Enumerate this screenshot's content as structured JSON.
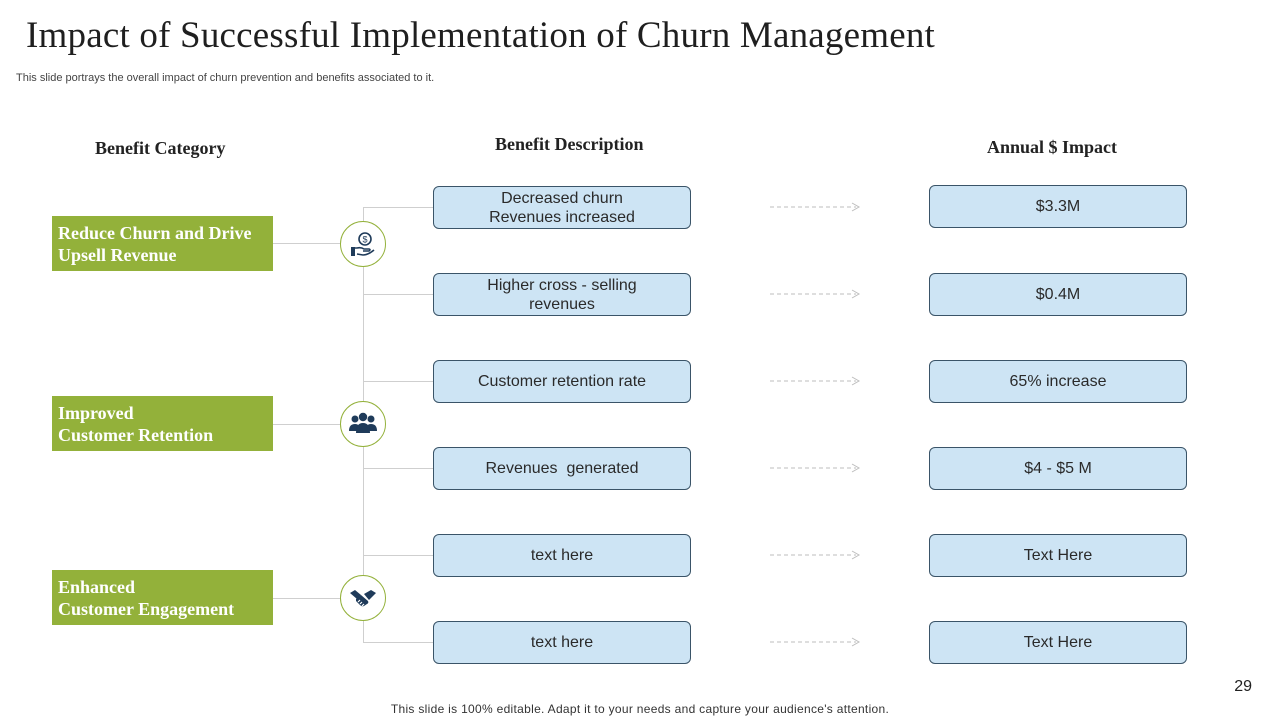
{
  "title": "Impact of Successful Implementation of Churn Management",
  "subtitle": "This slide portrays the overall impact of churn prevention and benefits associated to it.",
  "headers": {
    "category": "Benefit Category",
    "description": "Benefit Description",
    "impact": "Annual $ Impact"
  },
  "categories": [
    {
      "line1": "Reduce Churn and Drive",
      "line2": "Upsell Revenue",
      "icon": "money-hand-icon"
    },
    {
      "line1": "Improved",
      "line2": "Customer Retention",
      "icon": "users-group-icon"
    },
    {
      "line1": "Enhanced",
      "line2": "Customer Engagement",
      "icon": "handshake-icon"
    }
  ],
  "rows": [
    {
      "desc_line1": "Decreased churn",
      "desc_line2": "Revenues increased",
      "impact": "$3.3M"
    },
    {
      "desc_line1": "Higher cross - selling",
      "desc_line2": "revenues",
      "impact": "$0.4M"
    },
    {
      "desc_line1": "Customer retention rate",
      "desc_line2": "",
      "impact": "65% increase"
    },
    {
      "desc_line1": "Revenues  generated",
      "desc_line2": "",
      "impact": "$4 - $5 M"
    },
    {
      "desc_line1": "text here",
      "desc_line2": "",
      "impact": "Text Here"
    },
    {
      "desc_line1": "text here",
      "desc_line2": "",
      "impact": "Text Here"
    }
  ],
  "page_number": "29",
  "footer": "This slide is 100% editable. Adapt it to your needs and capture your audience's attention.",
  "colors": {
    "category_green": "#93b13a",
    "box_fill": "#cde4f4",
    "box_border": "#3a5468",
    "icon_navy": "#1f3b5a"
  }
}
